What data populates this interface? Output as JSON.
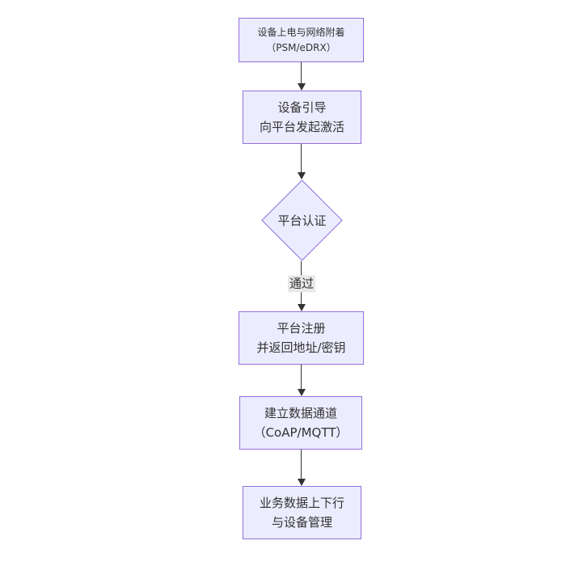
{
  "flow": {
    "colors": {
      "node_fill": "#ECECFF",
      "node_border": "#9370DB",
      "edge": "#333333",
      "text": "#333333",
      "edge_label_bg": "#e8e8e8",
      "background": "#ffffff"
    },
    "nodes": {
      "power": {
        "lines": [
          "设备上电与网络附着",
          "（PSM/eDRX）"
        ]
      },
      "bootstrap": {
        "lines": [
          "设备引导",
          "向平台发起激活"
        ]
      },
      "auth": {
        "label": "平台认证"
      },
      "register": {
        "lines": [
          "平台注册",
          "并返回地址/密钥"
        ]
      },
      "channel": {
        "lines": [
          "建立数据通道",
          "（CoAP/MQTT）"
        ]
      },
      "business": {
        "lines": [
          "业务数据上下行",
          "与设备管理"
        ]
      }
    },
    "edges": {
      "auth_pass_label": "通过"
    }
  }
}
